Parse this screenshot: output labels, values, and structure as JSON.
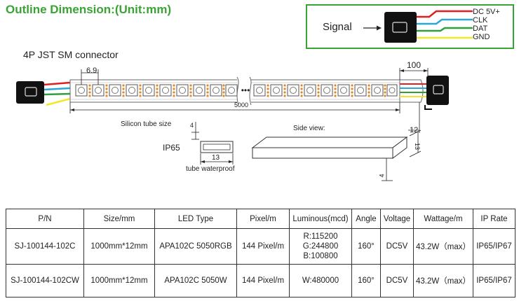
{
  "title": "Outline Dimension:(Unit:mm)",
  "signal": {
    "label": "Signal",
    "wires": [
      {
        "name": "DC 5V+",
        "color": "#e02020"
      },
      {
        "name": "CLK",
        "color": "#2aa7d6"
      },
      {
        "name": "DAT",
        "color": "#2e9e3e"
      },
      {
        "name": "GND",
        "color": "#f2e62c"
      }
    ]
  },
  "diagram": {
    "connector_label": "4P  JST SM  connector",
    "pitch": "6.9",
    "total_length": "5000",
    "lead_length": "100",
    "end_width": "12",
    "tube_size_label": "Silicon tube size",
    "tube_height": "4",
    "tube_width": "13",
    "ip_label": "IP65",
    "tube_caption": "tube  waterproof",
    "side_view_label": "Side view:",
    "side_a": "13",
    "side_b": "4"
  },
  "table": {
    "headers": [
      "P/N",
      "Size/mm",
      "LED Type",
      "Pixel/m",
      "Luminous(mcd)",
      "Angle",
      "Voltage",
      "Wattage/m",
      "IP Rate"
    ],
    "rows": [
      {
        "pn": "SJ-100144-102C",
        "size": "1000mm*12mm",
        "led": "APA102C 5050RGB",
        "pixel": "144 Pixel/m",
        "lum": [
          "R:115200",
          "G:244800",
          "B:100800"
        ],
        "angle": "160°",
        "voltage": "DC5V",
        "watt": "43.2W（max）",
        "ip": "IP65/IP67"
      },
      {
        "pn": "SJ-100144-102CW",
        "size": "1000mm*12mm",
        "led": "APA102C 5050W",
        "pixel": "144 Pixel/m",
        "lum": [
          "W:480000"
        ],
        "angle": "160°",
        "voltage": "DC5V",
        "watt": "43.2W（max）",
        "ip": "IP65/IP67"
      }
    ]
  }
}
